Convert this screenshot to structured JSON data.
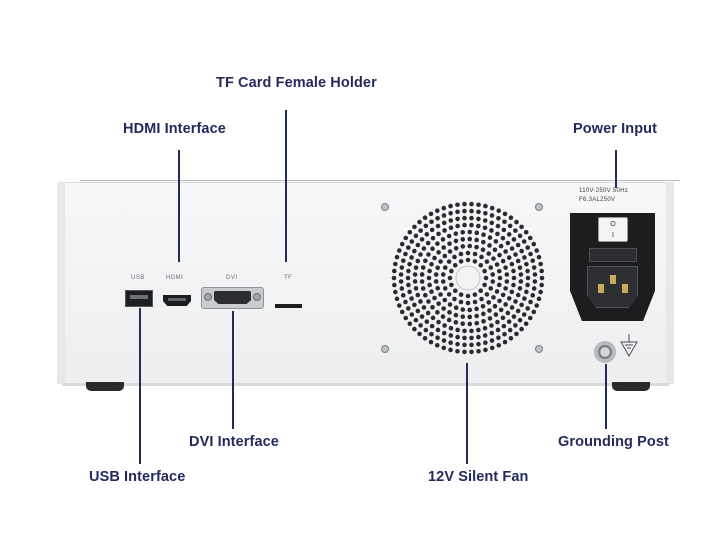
{
  "callouts": {
    "tf_card": "TF Card Female Holder",
    "hdmi": "HDMI Interface",
    "power_input": "Power Input",
    "dvi": "DVI Interface",
    "grounding": "Grounding Post",
    "usb": "USB Interface",
    "fan": "12V Silent Fan"
  },
  "panel_labels": {
    "usb": "USB",
    "hdmi": "HDMI",
    "dvi": "DVI",
    "tf": "TF",
    "voltage": "110V-250V 50Hz",
    "fuse": "F6.3AL250V",
    "switch_off": "O",
    "switch_on": "I"
  },
  "colors": {
    "callout_text": "#232a5c",
    "leader_line": "#232a5c",
    "chassis": "#f2f3f4",
    "port_black": "#1c1d1f"
  },
  "icons": {
    "ground": "ground-symbol-icon",
    "fan": "fan-grille-icon"
  }
}
